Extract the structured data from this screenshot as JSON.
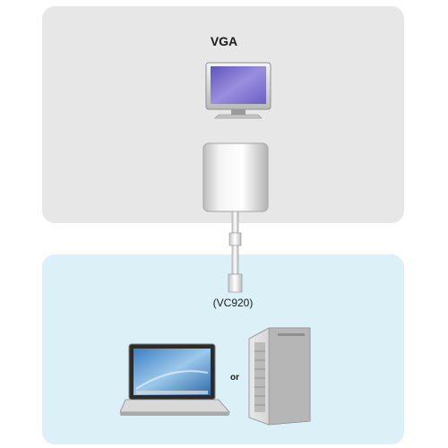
{
  "title": "VGA",
  "model": "(VC920)",
  "connector_word": "or",
  "icons": {
    "display": "vga-monitor-icon",
    "adapter": "adapter-box-icon",
    "cable": "cable-connector-icon",
    "laptop": "laptop-icon",
    "desktop": "tower-computer-icon"
  },
  "colors": {
    "top_panel": "#e7e7e8",
    "bottom_panel": "#dcf0f8",
    "screen": "#7a6fc9"
  }
}
